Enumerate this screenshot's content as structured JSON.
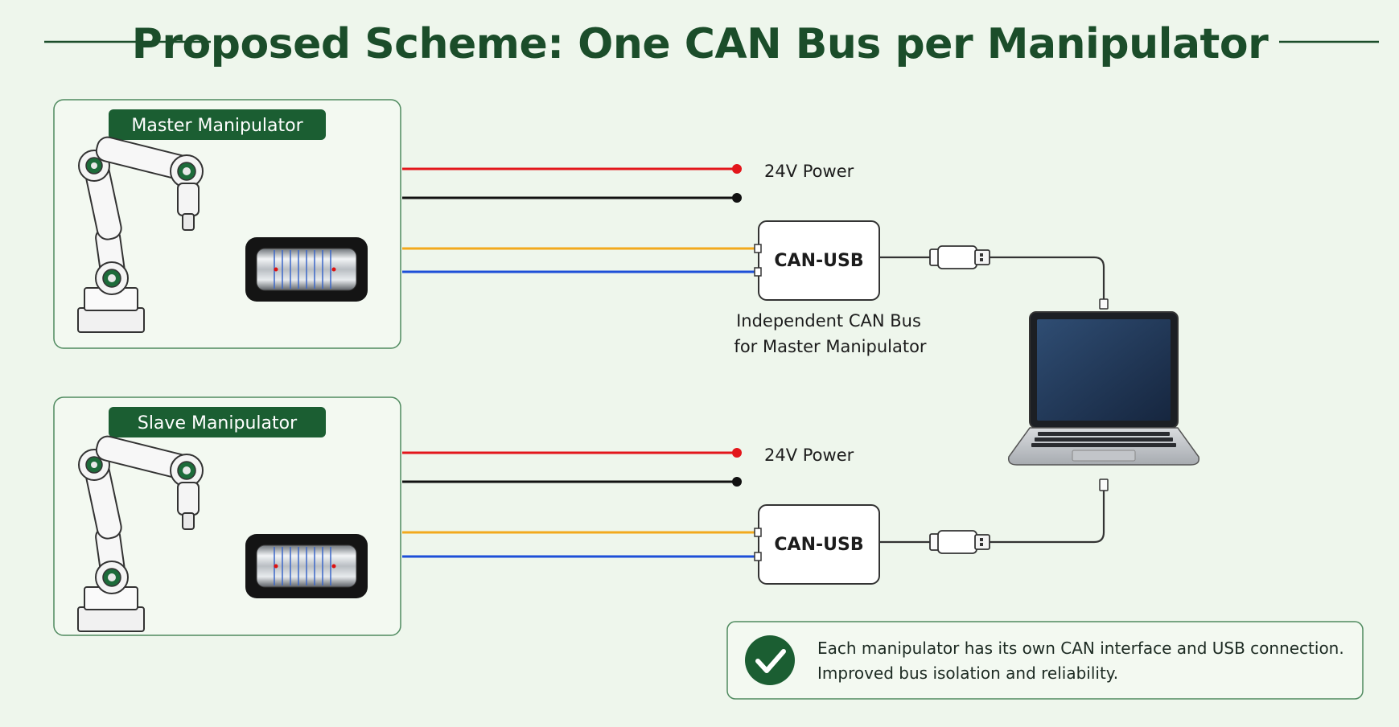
{
  "title": "Proposed Scheme: One CAN Bus per Manipulator",
  "panels": [
    {
      "title": "Master Manipulator"
    },
    {
      "title": "Slave Manipulator"
    }
  ],
  "power_label": "24V Power",
  "adapter_label": "CAN-USB",
  "bus_caption": [
    "Independent CAN Bus",
    "for Master Manipulator"
  ],
  "note": {
    "line1": "Each manipulator has its own CAN interface and USB connection.",
    "line2": "Improved bus isolation and reliability."
  },
  "colors": {
    "brand": "#1b5e32",
    "power_positive": "#e3161b",
    "power_negative": "#111111",
    "can_high": "#f2a91d",
    "can_low": "#1d4fd8"
  },
  "icons": [
    "robot-arm-icon",
    "motor-icon",
    "usb-plug-icon",
    "laptop-icon",
    "checkmark-icon"
  ]
}
